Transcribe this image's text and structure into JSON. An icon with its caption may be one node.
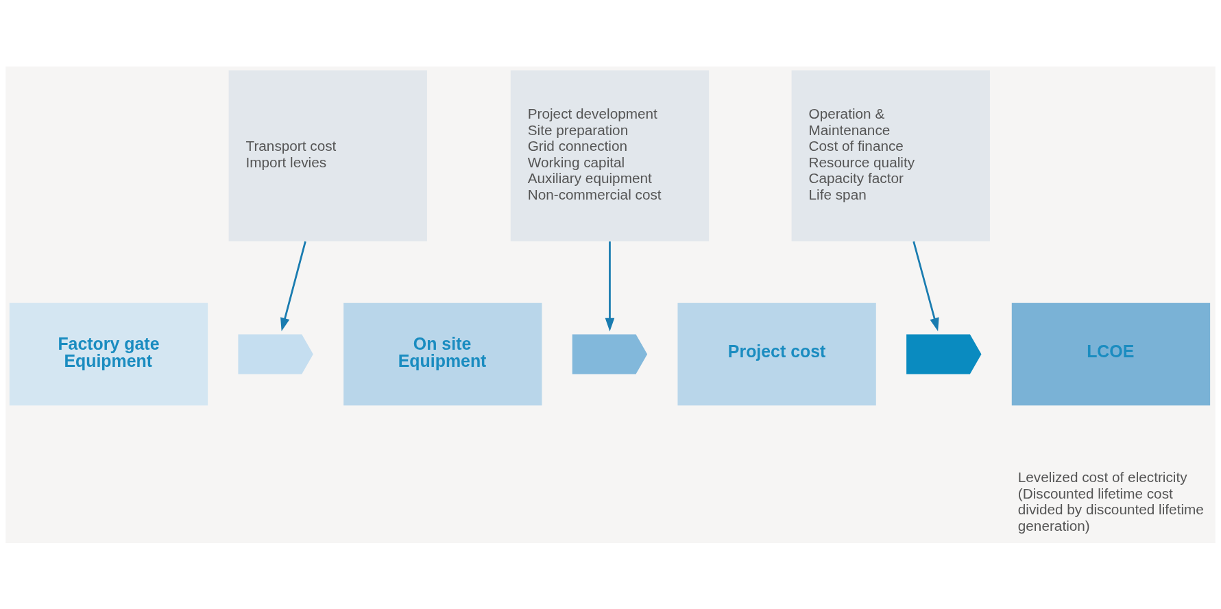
{
  "diagram": {
    "nodes": [
      {
        "text": [
          "Transport cost Import levies"
        ]
      },
      {
        "text": [
          "Project development Site preparation Grid connection Working capital Auxiliary equipment Non-commercial cost"
        ]
      },
      {
        "text": [
          "Operation & Maintenance Cost of finance Resource quality Capacity factor Life span"
        ]
      },
      {
        "text": [
          "Factory gate Equipment"
        ]
      },
      {
        "text": [],
        "shape": "chevron"
      },
      {
        "text": [
          "On site Equipment"
        ]
      },
      {
        "text": [],
        "shape": "chevron"
      },
      {
        "text": [
          "Project cost"
        ]
      },
      {
        "text": [],
        "shape": "chevron"
      },
      {
        "text": [
          "LCOE"
        ]
      }
    ],
    "labels": [
      "Levelized cost of electricity (Discounted lifetime cost divided by discounted lifetime generation)"
    ],
    "edges": [
      {
        "from": 0,
        "to": 4,
        "arrow": "to"
      },
      {
        "from": 1,
        "to": 6,
        "arrow": "to"
      },
      {
        "from": 2,
        "to": 8,
        "arrow": "to"
      }
    ]
  }
}
